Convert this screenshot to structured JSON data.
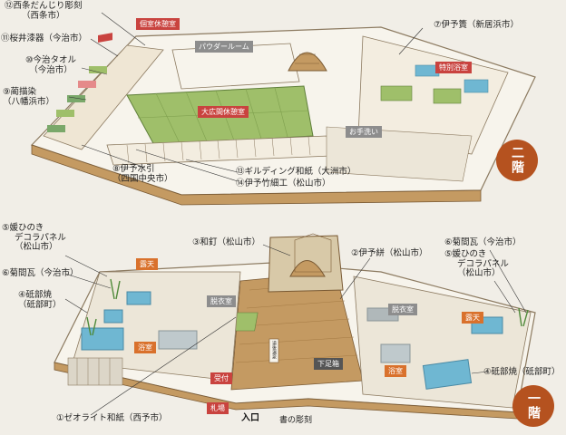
{
  "floors": {
    "second": {
      "badge": "二階"
    },
    "first": {
      "badge": "一階"
    }
  },
  "callouts": {
    "c12": {
      "line1": "⑫西条だんじり彫刻",
      "line2": "（西条市）"
    },
    "c11": {
      "line1": "⑪桜井漆器（今治市）"
    },
    "c10": {
      "line1": "⑩今治タオル",
      "line2": "（今治市）"
    },
    "c9": {
      "line1": "⑨蔺描染",
      "line2": "（八幡浜市）"
    },
    "c7": {
      "line1": "⑦伊予簣（新居浜市）"
    },
    "c8": {
      "line1": "⑧伊予水引",
      "line2": "（四国中央市）"
    },
    "c13": {
      "line1": "⑬ギルディング和紙（大洲市）"
    },
    "c14": {
      "line1": "⑭伊予竹細工（松山市）"
    },
    "c5a": {
      "line1": "⑤媛ひのき",
      "line2": "デコラパネル",
      "line3": "（松山市）"
    },
    "c6a": {
      "line1": "⑥菊間瓦（今治市）"
    },
    "c4a": {
      "line1": "④砥部焼",
      "line2": "（砥部町）"
    },
    "c3": {
      "line1": "③和釘（松山市）"
    },
    "c2": {
      "line1": "②伊予絣（松山市）"
    },
    "c6b": {
      "line1": "⑥菊間瓦（今治市）"
    },
    "c5b": {
      "line1": "⑤媛ひのき",
      "line2": "デコラパネル",
      "line3": "（松山市）"
    },
    "c4b": {
      "line1": "④砥部焼（砥部町）"
    },
    "c1": {
      "line1": "①ゼオライト和紙（西予市）"
    }
  },
  "tags": {
    "private_rest": "個室休憩室",
    "powder_room": "パウダールーム",
    "special_bath": "特別浴室",
    "main_hall": "大広間休憩室",
    "toilet": "お手洗い",
    "rotenburo_left": "露天",
    "dressing_left": "脱衣室",
    "bath_left": "浴室",
    "reception": "受付",
    "ticket": "札場",
    "shoe_box": "下足箱",
    "dressing_right": "脱衣室",
    "rotenburo_right": "露天",
    "bath_right": "浴室"
  },
  "labels": {
    "entrance": "入口",
    "calligraphy": "書の彫刻",
    "sign": "道後温泉"
  },
  "colors": {
    "badge": "#b5521f",
    "tag_red": "#c9433f",
    "tag_orange": "#d9712c",
    "tag_gray": "#8d8d8d",
    "floor_wood": "#c49a62",
    "tatami": "#9fbf6a",
    "water": "#6fb7d2",
    "wall": "#f7f4ec"
  }
}
